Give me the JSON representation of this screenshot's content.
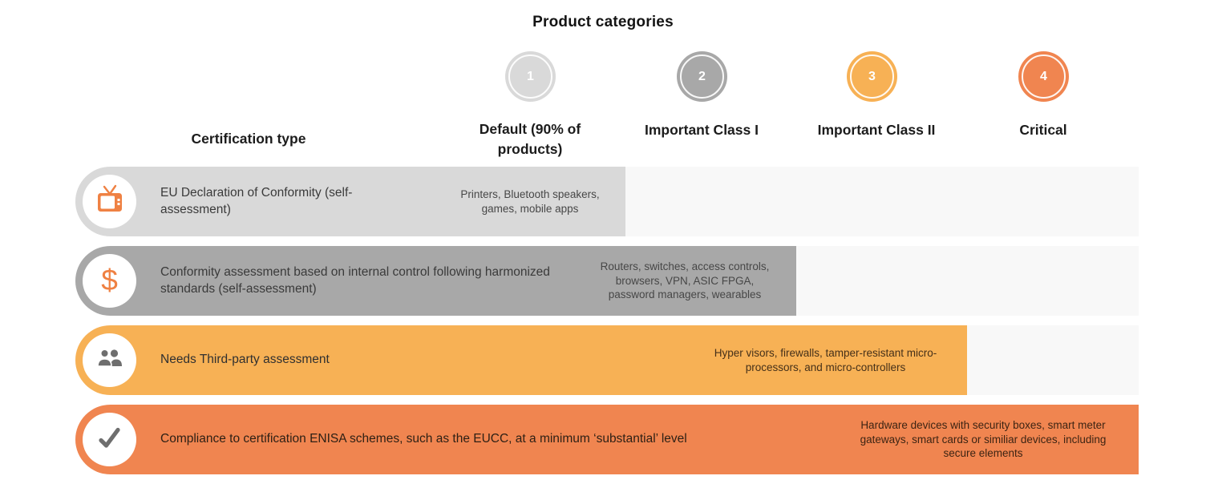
{
  "title": "Product categories",
  "certification_type_header": "Certification type",
  "columns": [
    {
      "number": "1",
      "label": "Default (90% of products)",
      "color": "#d9d9d9"
    },
    {
      "number": "2",
      "label": "Important Class I",
      "color": "#a8a8a8"
    },
    {
      "number": "3",
      "label": "Important Class II",
      "color": "#f7b155"
    },
    {
      "number": "4",
      "label": "Critical",
      "color": "#f08550"
    }
  ],
  "rows": [
    {
      "icon": "tv-icon",
      "certification": "EU Declaration of Conformity (self-assessment)",
      "products": "Printers, Bluetooth speakers, games, mobile apps",
      "bar_color": "#d9d9d9"
    },
    {
      "icon": "dollar-icon",
      "certification": "Conformity assessment based on internal control following harmonized standards (self-assessment)",
      "products": "Routers, switches, access controls, browsers, VPN, ASIC FPGA, password managers, wearables",
      "bar_color": "#a8a8a8"
    },
    {
      "icon": "people-icon",
      "certification": "Needs Third-party assessment",
      "products": "Hyper visors, firewalls, tamper-resistant micro-processors, and micro-controllers",
      "bar_color": "#f7b155"
    },
    {
      "icon": "check-icon",
      "certification": "Compliance to certification ENISA schemes, such as the EUCC, at a minimum ‘substantial’ level",
      "products": "Hardware devices with security boxes, smart meter gateways, smart cards or similiar devices, including secure elements",
      "bar_color": "#f08550"
    }
  ],
  "palette": {
    "row_background": "#f8f8f8",
    "icon_orange": "#ef8143",
    "icon_gray": "#6e6e6e",
    "dollar_glyph": "$"
  }
}
